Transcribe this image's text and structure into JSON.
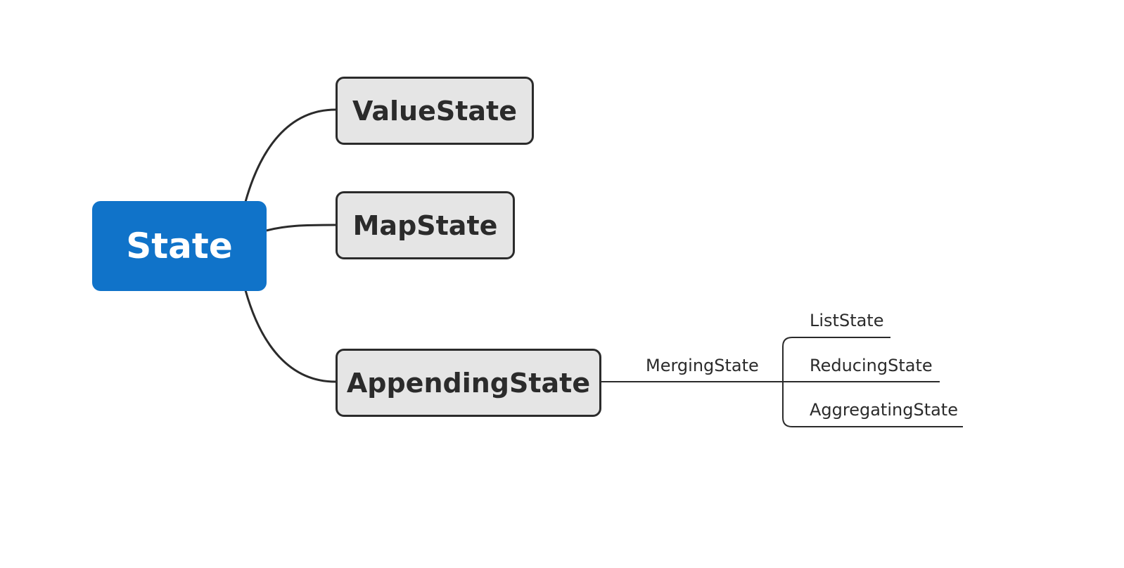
{
  "mindmap": {
    "root": {
      "label": "State",
      "color": "#1073c9"
    },
    "children": [
      {
        "id": "value",
        "label": "ValueState"
      },
      {
        "id": "map",
        "label": "MapState"
      },
      {
        "id": "append",
        "label": "AppendingState",
        "children": [
          {
            "label": "MergingState",
            "children": [
              {
                "label": "ListState"
              },
              {
                "label": "ReducingState"
              },
              {
                "label": "AggregatingState"
              }
            ]
          }
        ]
      }
    ],
    "colors": {
      "line": "#2b2b2b",
      "node_fill": "#e5e5e5",
      "text": "#2b2b2b"
    }
  }
}
